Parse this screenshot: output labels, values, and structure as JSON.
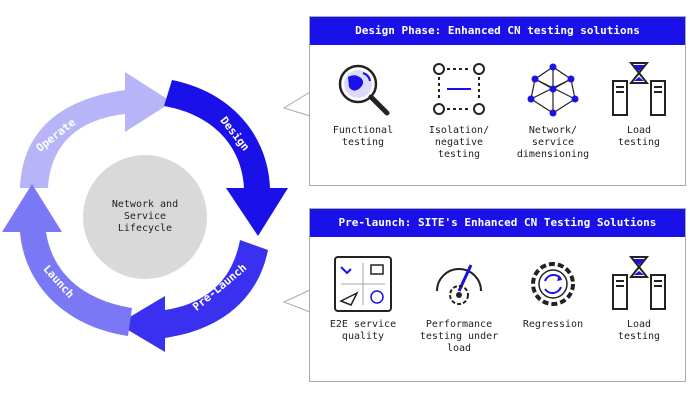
{
  "cycle": {
    "center_label": "Network and\nService\nLifecycle",
    "stages": [
      {
        "label": "Design",
        "color": "#1a10e8"
      },
      {
        "label": "Pre-Launch",
        "color": "#3a30f0"
      },
      {
        "label": "Launch",
        "color": "#7b78f5"
      },
      {
        "label": "Operate",
        "color": "#b7b5f8"
      }
    ]
  },
  "design_panel": {
    "title": "Design Phase: Enhanced CN testing solutions",
    "items": [
      {
        "label": "Functional\ntesting",
        "icon": "magnifier-globe-icon"
      },
      {
        "label": "Isolation/\nnegative\ntesting",
        "icon": "gears-isolation-icon"
      },
      {
        "label": "Network/\nservice\ndimensioning",
        "icon": "network-nodes-icon"
      },
      {
        "label": "Load\ntesting",
        "icon": "servers-hourglass-icon"
      }
    ]
  },
  "prelaunch_panel": {
    "title": "Pre-launch: SITE's Enhanced CN Testing Solutions",
    "items": [
      {
        "label": "E2E service\nquality",
        "icon": "e2e-dashboard-icon"
      },
      {
        "label": "Performance\ntesting under\nload",
        "icon": "gauge-gear-icon"
      },
      {
        "label": "Regression",
        "icon": "gear-cycle-icon"
      },
      {
        "label": "Load\ntesting",
        "icon": "servers-hourglass-icon"
      }
    ]
  }
}
